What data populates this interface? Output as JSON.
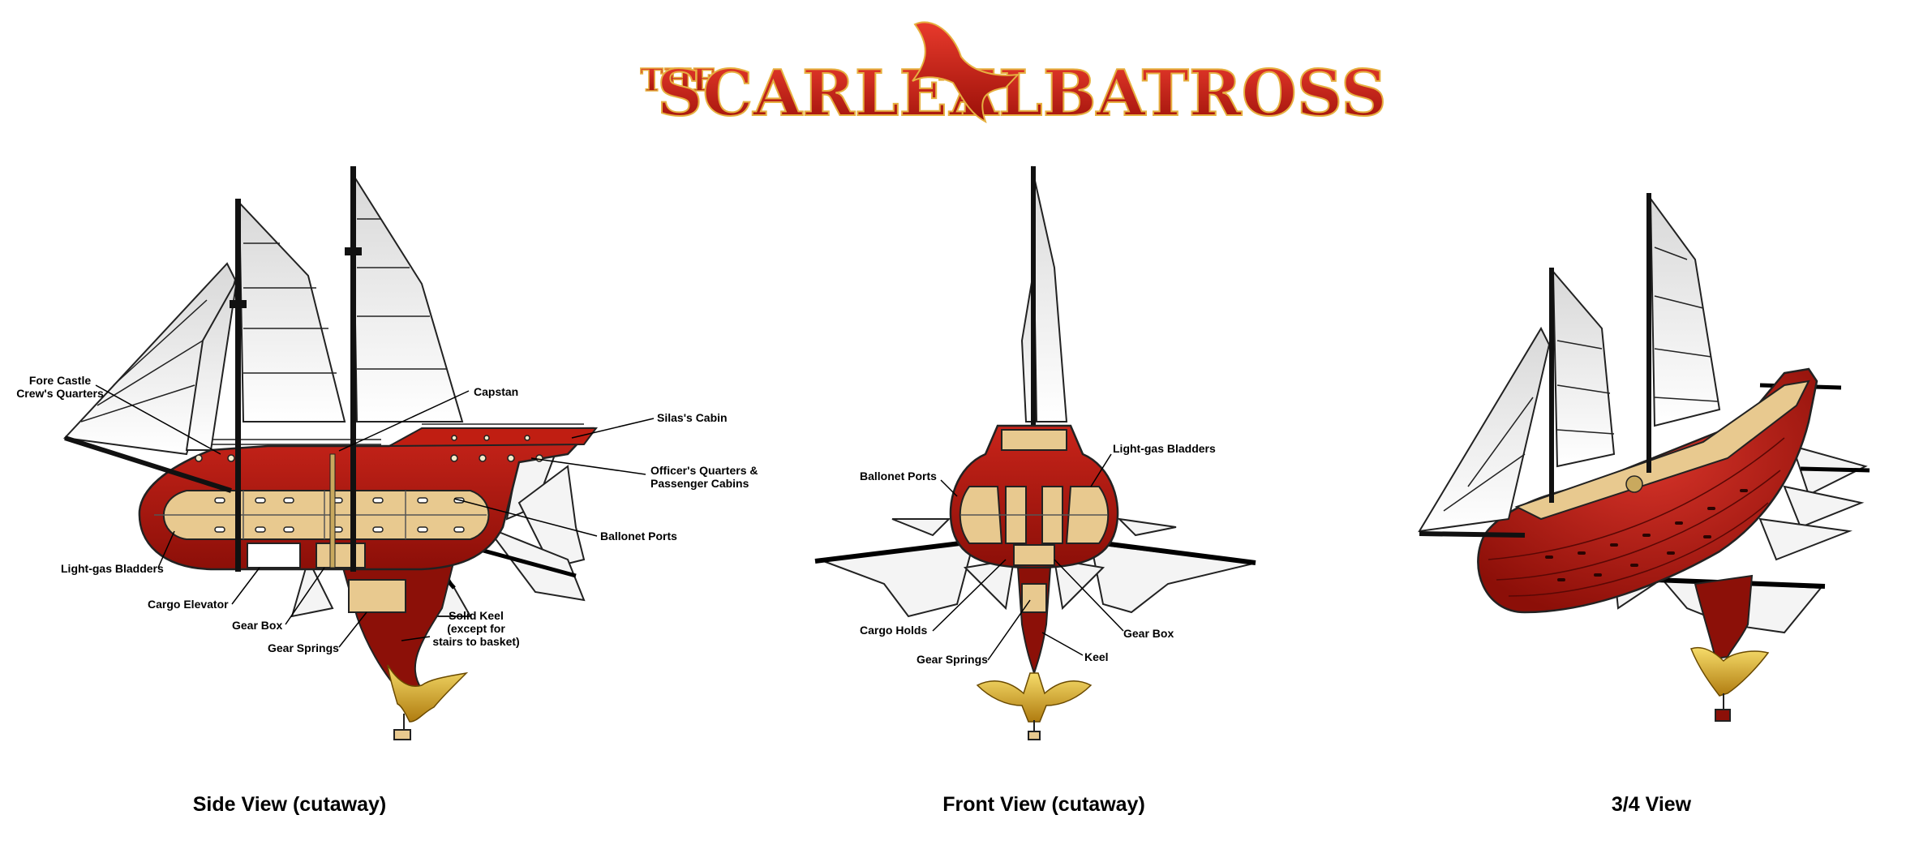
{
  "logo": {
    "the": "THE",
    "word1": "SCARLET",
    "word2": "ALBATROSS"
  },
  "views": {
    "side": {
      "title": "Side View (cutaway)"
    },
    "front": {
      "title": "Front View (cutaway)"
    },
    "three_quarter": {
      "title": "3/4 View"
    }
  },
  "side_labels": {
    "fore_castle_1": "Fore Castle",
    "fore_castle_2": "Crew's Quarters",
    "capstan": "Capstan",
    "silas_cabin": "Silas's Cabin",
    "officers_1": "Officer's Quarters &",
    "officers_2": "Passenger Cabins",
    "ballonet_ports": "Ballonet Ports",
    "lightgas": "Light-gas Bladders",
    "cargo_elevator": "Cargo Elevator",
    "gear_box": "Gear Box",
    "gear_springs": "Gear Springs",
    "keel_1": "Solid Keel",
    "keel_2": "(except for",
    "keel_3": "stairs to basket)"
  },
  "front_labels": {
    "ballonet_ports": "Ballonet Ports",
    "lightgas": "Light-gas Bladders",
    "cargo_holds": "Cargo Holds",
    "gear_springs": "Gear Springs",
    "gear_box": "Gear Box",
    "keel": "Keel"
  },
  "colors": {
    "hull_red": "#b8180e",
    "hull_dark": "#7a0c06",
    "bladder_tan": "#e8c98f",
    "sail_white": "#f2f2f2",
    "gold": "#d9a820",
    "logo_red": "#c0201a"
  }
}
